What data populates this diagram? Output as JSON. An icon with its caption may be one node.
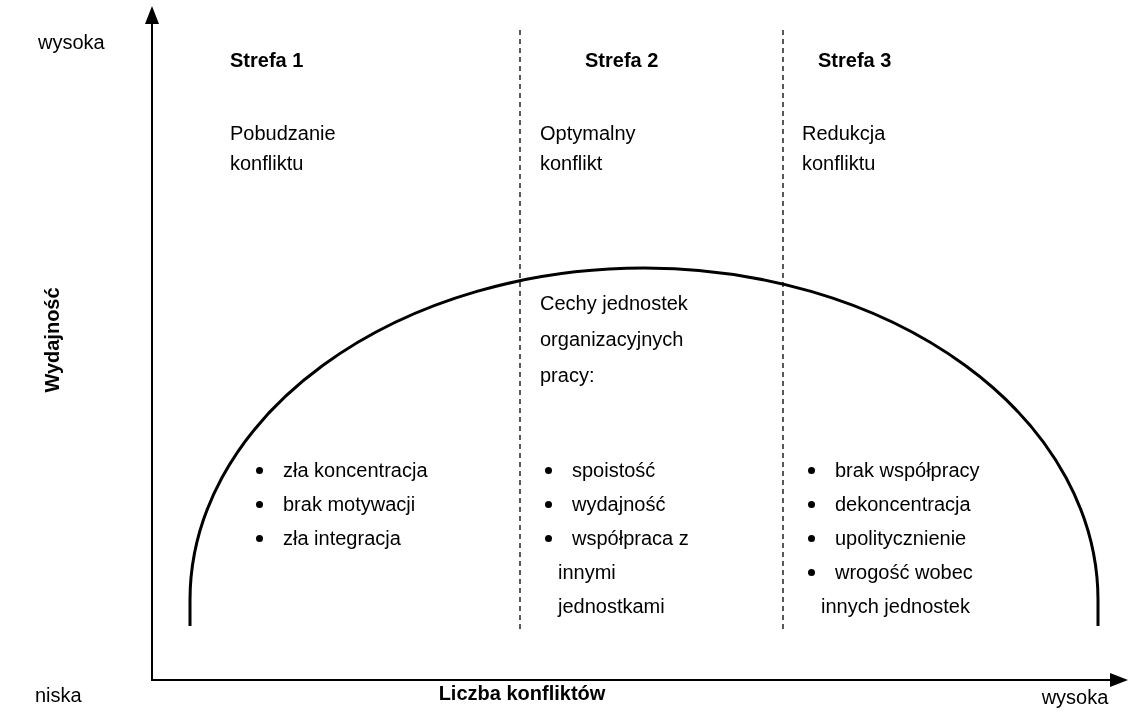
{
  "diagram": {
    "labels": [
      "wysoka",
      "Strefa 1",
      "Strefa 2",
      "Strefa 3",
      "Pobudzanie konfliktu",
      "Optymalny konflikt",
      "Redukcja konfliktu",
      "Wydajność",
      "Cechy jednostek organizacyjnych pracy:",
      "zła koncentracja",
      "spoistość",
      "brak współpracy",
      "brak motywacji",
      "wydajność",
      "dekoncentracja",
      "zła integracja",
      "współpraca z innymi jednostkami",
      "upolitycznienie",
      "wrogość wobec innych jednostek",
      "niska",
      "Liczba konfliktów",
      "wysoka"
    ]
  }
}
